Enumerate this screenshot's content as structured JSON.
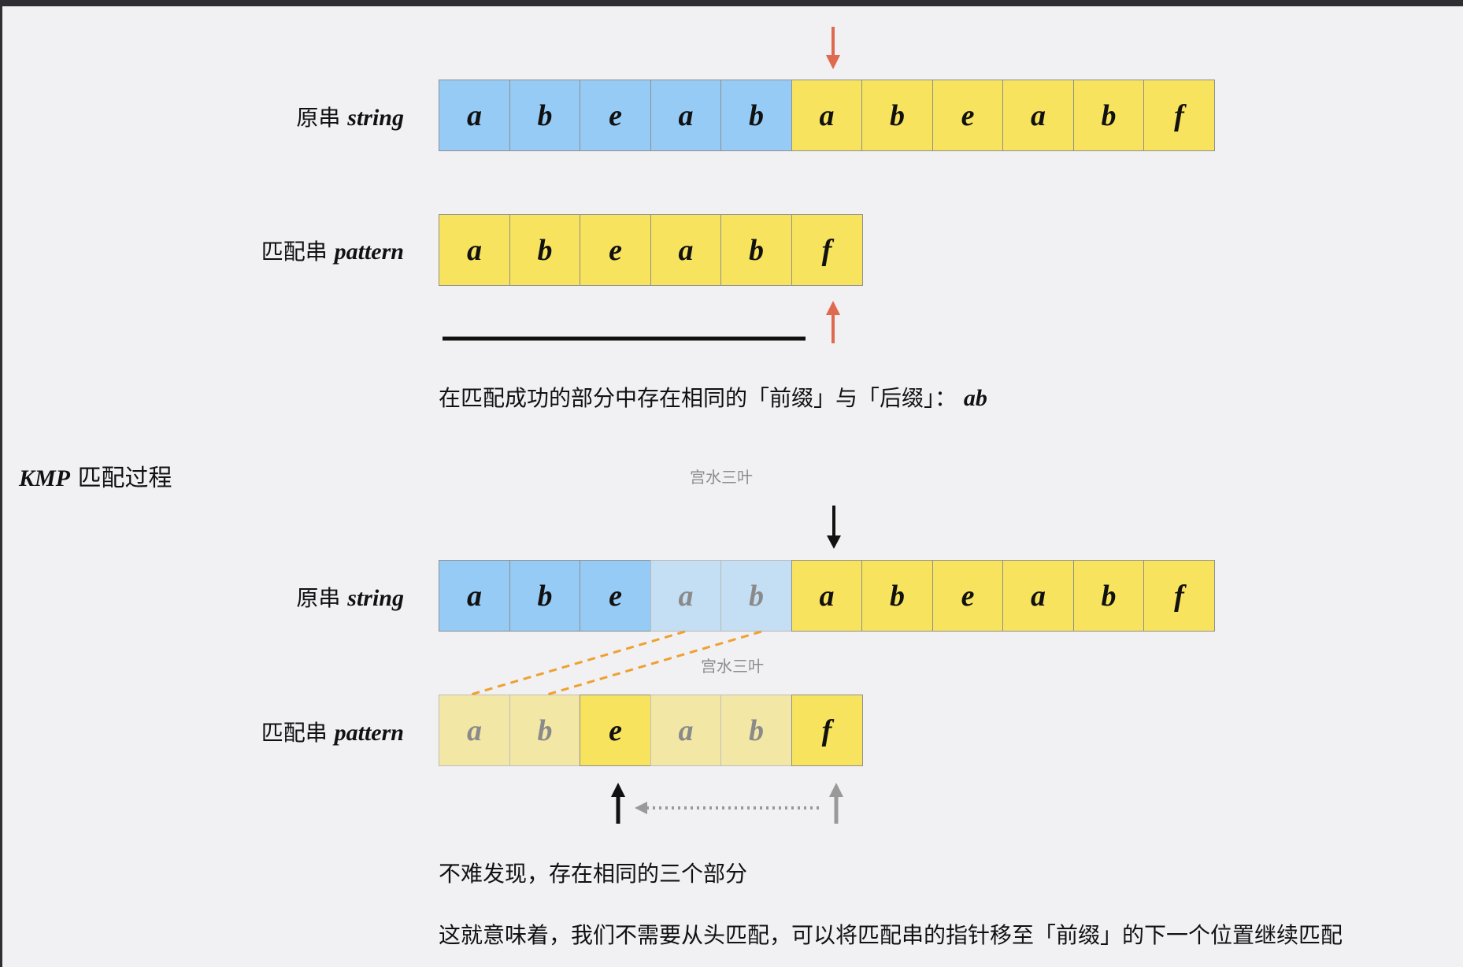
{
  "labels": {
    "string_label_cn": "原串",
    "string_label_en": "string",
    "pattern_label_cn": "匹配串",
    "pattern_label_en": "pattern"
  },
  "section_title": {
    "en": "KMP",
    "cn": "匹配过程"
  },
  "top": {
    "string": {
      "chars": [
        "a",
        "b",
        "e",
        "a",
        "b",
        "a",
        "b",
        "e",
        "a",
        "b",
        "f"
      ],
      "styles": [
        "blue",
        "blue",
        "blue",
        "blue",
        "blue",
        "yellow",
        "yellow",
        "yellow",
        "yellow",
        "yellow",
        "yellow"
      ]
    },
    "pattern": {
      "chars": [
        "a",
        "b",
        "e",
        "a",
        "b",
        "f"
      ],
      "styles": [
        "yellow",
        "yellow",
        "yellow",
        "yellow",
        "yellow",
        "yellow"
      ]
    },
    "note_prefix": "在匹配成功的部分中存在相同的「前缀」与「后缀」：",
    "note_value": "ab"
  },
  "bottom": {
    "string": {
      "chars": [
        "a",
        "b",
        "e",
        "a",
        "b",
        "a",
        "b",
        "e",
        "a",
        "b",
        "f"
      ],
      "styles": [
        "blue",
        "blue",
        "blue",
        "paleblue",
        "paleblue",
        "yellow",
        "yellow",
        "yellow",
        "yellow",
        "yellow",
        "yellow"
      ]
    },
    "pattern": {
      "chars": [
        "a",
        "b",
        "e",
        "a",
        "b",
        "f"
      ],
      "styles": [
        "paleyellow",
        "paleyellow",
        "yellow",
        "paleyellow",
        "paleyellow",
        "yellow"
      ]
    },
    "note1": "不难发现，存在相同的三个部分",
    "note2": "这就意味着，我们不需要从头匹配，可以将匹配串的指针移至「前缀」的下一个位置继续匹配"
  },
  "watermark": "宫水三叶",
  "colors": {
    "blue": "#96cbf5",
    "yellow": "#f8e35e",
    "pale_blue": "#c4dff4",
    "pale_yellow": "#f3e7a6",
    "red_arrow": "#e06a4f",
    "orange_dash": "#f0a030",
    "gray_arrow": "#999999"
  }
}
